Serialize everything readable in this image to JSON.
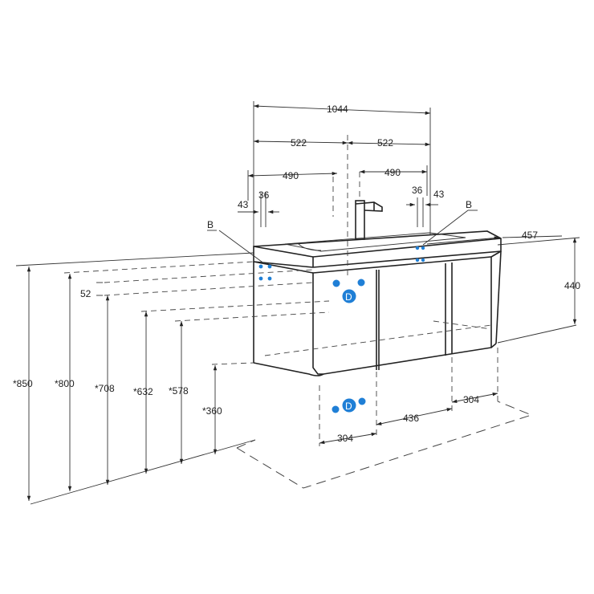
{
  "dimensions": {
    "total_width": "1044",
    "half_left": "522",
    "half_right": "522",
    "inner_left": "490",
    "inner_right": "490",
    "edge_left_outer": "43",
    "edge_left_inner": "36",
    "edge_right_inner": "36",
    "edge_right_outer": "43",
    "depth": "457",
    "height": "440",
    "gap_52": "52",
    "h_850": "*850",
    "h_800": "*800",
    "h_708": "*708",
    "h_632": "*632",
    "h_578": "*578",
    "h_360": "*360",
    "floor_left": "304",
    "floor_mid": "436",
    "floor_right": "304"
  },
  "labels": {
    "point_b_left": "B",
    "point_b_right": "B",
    "drain_symbol_top": "D",
    "drain_symbol_floor": "D"
  },
  "colors": {
    "line": "#222222",
    "accent": "#1f7fd6"
  }
}
